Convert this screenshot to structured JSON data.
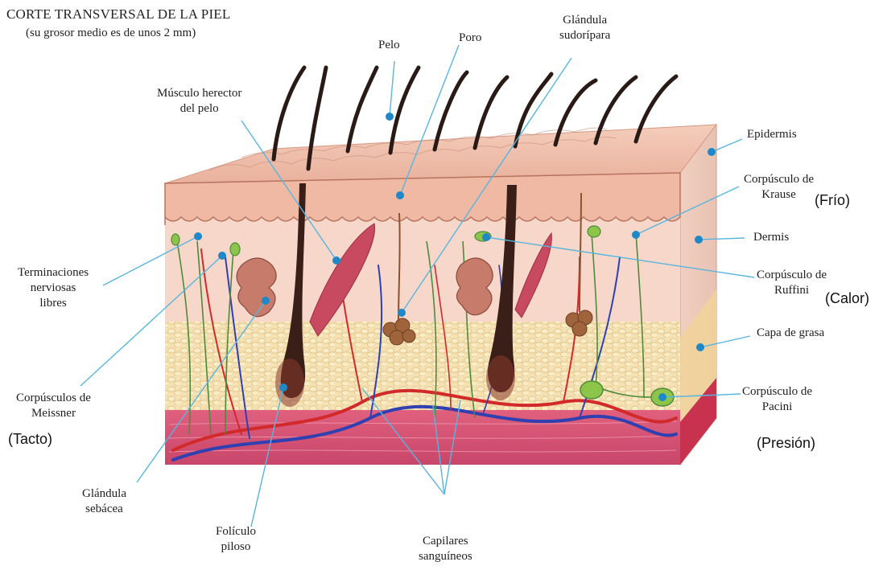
{
  "title": "CORTE TRANSVERSAL DE LA PIEL",
  "subtitle": "(su grosor medio es de unos 2 mm)",
  "colors": {
    "leader": "#58b5df",
    "dot": "#1e88c8",
    "epidermis": "#f0c0ac",
    "dermis": "#f7d6c8",
    "fat": "#f1dcaa",
    "muscle": "#d45a78",
    "hair": "#2a1a16",
    "artery": "#d22a2a",
    "vein": "#3040b0",
    "nerve": "#4f8a3a"
  },
  "labels": {
    "pelo": "Pelo",
    "poro": "Poro",
    "glandula_sudoripara": [
      "Glándula",
      "sudorípara"
    ],
    "musculo_erector": [
      "Músculo herector",
      "del pelo"
    ],
    "epidermis": "Epidermis",
    "corpusculo_krause": [
      "Corpúsculo de",
      "Krause"
    ],
    "krause_note": "(Frío)",
    "dermis": "Dermis",
    "corpusculo_ruffini": [
      "Corpúsculo de",
      "Ruffini"
    ],
    "ruffini_note": "(Calor)",
    "capa_grasa": "Capa de grasa",
    "corpusculo_pacini": [
      "Corpúsculo de",
      "Pacini"
    ],
    "pacini_note": "(Presión)",
    "terminaciones": [
      "Terminaciones",
      "nerviosas",
      "libres"
    ],
    "corpusculos_meissner": [
      "Corpúsculos de",
      "Meissner"
    ],
    "meissner_note": "(Tacto)",
    "glandula_sebacea": [
      "Glándula",
      "sebácea"
    ],
    "foliculo": [
      "Folículo",
      "piloso"
    ],
    "capilares": [
      "Capilares",
      "sanguíneos"
    ]
  }
}
